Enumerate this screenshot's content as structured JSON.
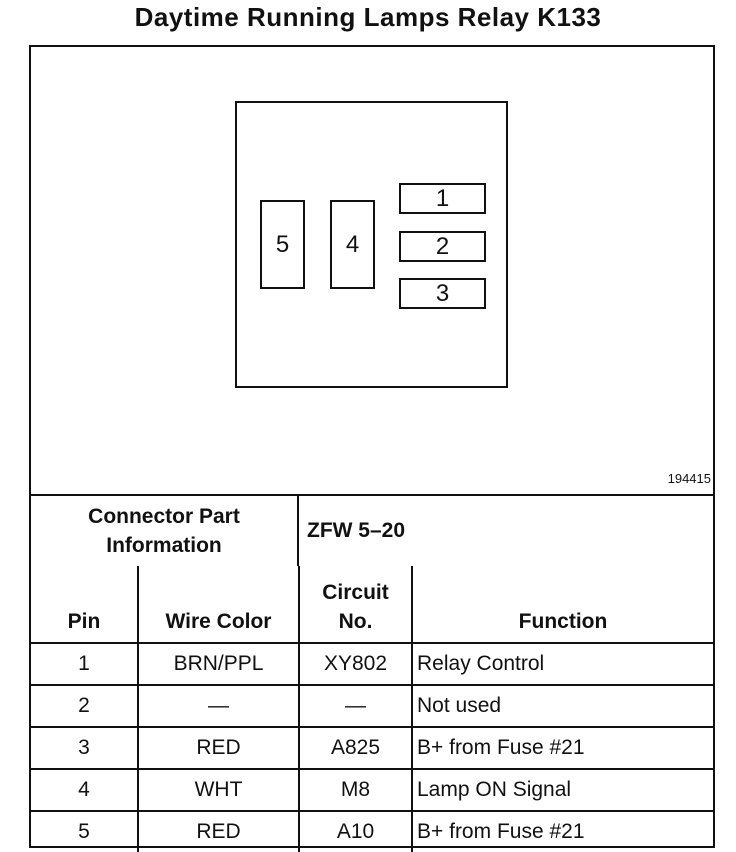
{
  "title": "Daytime Running Lamps Relay K133",
  "diagram": {
    "pins": [
      "5",
      "4",
      "1",
      "2",
      "3"
    ],
    "code": "194415"
  },
  "connector_info": {
    "label_line1": "Connector Part",
    "label_line2": "Information",
    "value": "ZFW 5–20"
  },
  "table": {
    "headers": {
      "pin": "Pin",
      "wire_color": "Wire Color",
      "circuit_line1": "Circuit",
      "circuit_line2": "No.",
      "function": "Function"
    },
    "rows": [
      {
        "pin": "1",
        "wire": "BRN/PPL",
        "circuit": "XY802",
        "function": "Relay Control"
      },
      {
        "pin": "2",
        "wire": "—",
        "circuit": "—",
        "function": "Not used"
      },
      {
        "pin": "3",
        "wire": "RED",
        "circuit": "A825",
        "function": "B+ from Fuse #21"
      },
      {
        "pin": "4",
        "wire": "WHT",
        "circuit": "M8",
        "function": "Lamp ON Signal"
      },
      {
        "pin": "5",
        "wire": "RED",
        "circuit": "A10",
        "function": "B+ from Fuse #21"
      }
    ]
  }
}
